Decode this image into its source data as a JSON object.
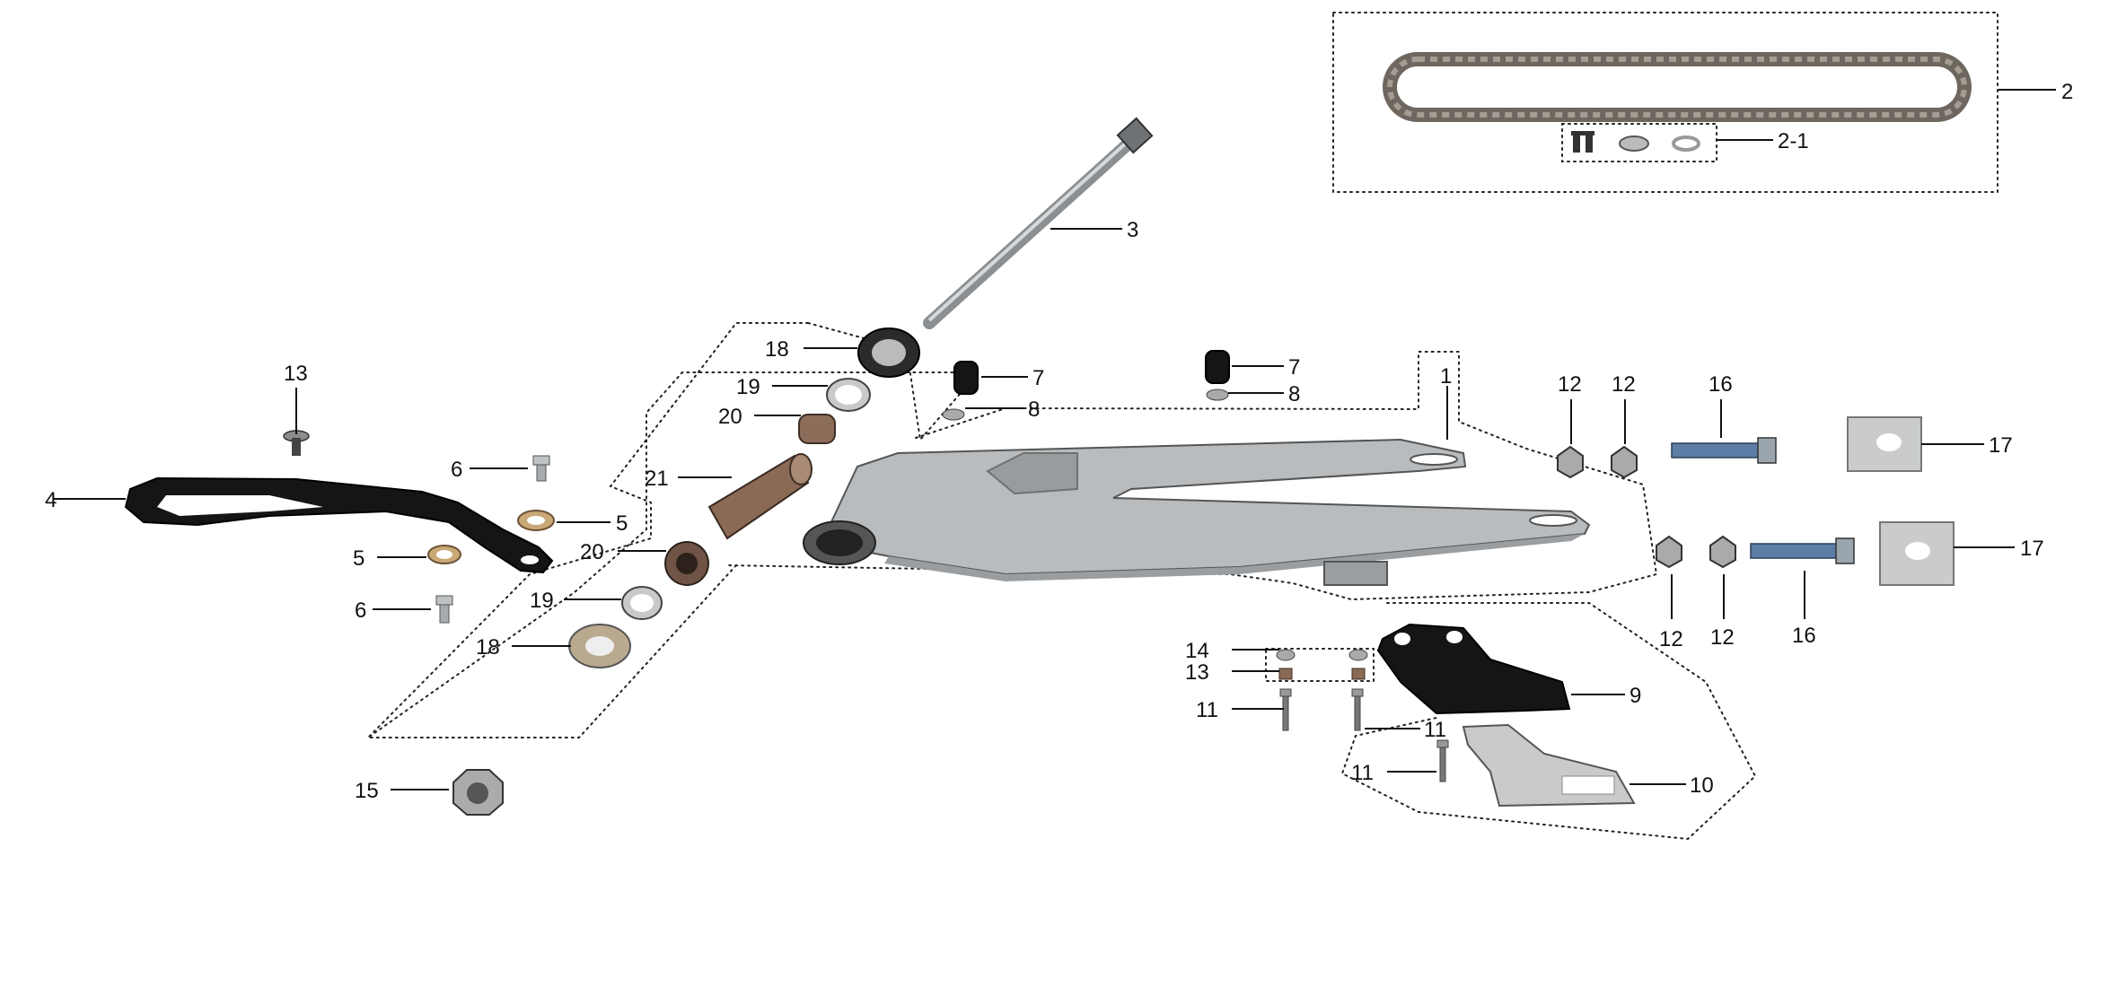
{
  "diagram": {
    "callouts": [
      {
        "id": "c2",
        "text": "2"
      },
      {
        "id": "c2_1",
        "text": "2-1"
      },
      {
        "id": "c3",
        "text": "3"
      },
      {
        "id": "c1",
        "text": "1"
      },
      {
        "id": "c4",
        "text": "4"
      },
      {
        "id": "c5a",
        "text": "5"
      },
      {
        "id": "c5b",
        "text": "5"
      },
      {
        "id": "c6a",
        "text": "6"
      },
      {
        "id": "c6b",
        "text": "6"
      },
      {
        "id": "c7a",
        "text": "7"
      },
      {
        "id": "c7b",
        "text": "7"
      },
      {
        "id": "c8a",
        "text": "8"
      },
      {
        "id": "c8b",
        "text": "8"
      },
      {
        "id": "c9",
        "text": "9"
      },
      {
        "id": "c10",
        "text": "10"
      },
      {
        "id": "c11a",
        "text": "11"
      },
      {
        "id": "c11b",
        "text": "11"
      },
      {
        "id": "c11c",
        "text": "11"
      },
      {
        "id": "c12a",
        "text": "12"
      },
      {
        "id": "c12b",
        "text": "12"
      },
      {
        "id": "c12c",
        "text": "12"
      },
      {
        "id": "c12d",
        "text": "12"
      },
      {
        "id": "c13a",
        "text": "13"
      },
      {
        "id": "c13b",
        "text": "13"
      },
      {
        "id": "c14",
        "text": "14"
      },
      {
        "id": "c15",
        "text": "15"
      },
      {
        "id": "c16a",
        "text": "16"
      },
      {
        "id": "c16b",
        "text": "16"
      },
      {
        "id": "c17a",
        "text": "17"
      },
      {
        "id": "c17b",
        "text": "17"
      },
      {
        "id": "c18a",
        "text": "18"
      },
      {
        "id": "c18b",
        "text": "18"
      },
      {
        "id": "c19a",
        "text": "19"
      },
      {
        "id": "c19b",
        "text": "19"
      },
      {
        "id": "c20a",
        "text": "20"
      },
      {
        "id": "c20b",
        "text": "20"
      },
      {
        "id": "c21",
        "text": "21"
      }
    ]
  }
}
